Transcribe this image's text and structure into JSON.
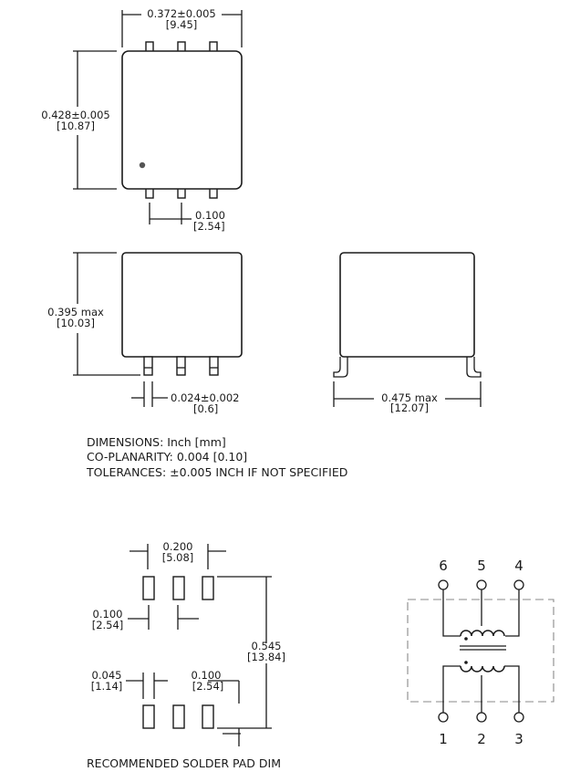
{
  "top_view": {
    "width_in": "0.372±0.005",
    "width_mm": "[9.45]",
    "length_in": "0.428±0.005",
    "length_mm": "[10.87]",
    "pitch_in": "0.100",
    "pitch_mm": "[2.54]"
  },
  "front_view": {
    "height_in": "0.395 max",
    "height_mm": "[10.03]",
    "lead_in": "0.024±0.002",
    "lead_mm": "[0.6]"
  },
  "side_view": {
    "span_in": "0.475 max",
    "span_mm": "[12.07]"
  },
  "notes": {
    "dimensions": "DIMENSIONS: Inch [mm]",
    "coplanarity": "CO-PLANARITY: 0.004 [0.10]",
    "tolerances": "TOLERANCES: ±0.005 INCH IF NOT SPECIFIED"
  },
  "pad_layout": {
    "spacing_in": "0.200",
    "spacing_mm": "[5.08]",
    "pitch_in": "0.100",
    "pitch_mm": "[2.54]",
    "row_span_in": "0.545",
    "row_span_mm": "[13.84]",
    "pad_width_in": "0.045",
    "pad_width_mm": "[1.14]",
    "pitch2_in": "0.100",
    "pitch2_mm": "[2.54]",
    "caption": "RECOMMENDED SOLDER PAD DIM"
  },
  "schematic": {
    "pins_top": [
      "6",
      "5",
      "4"
    ],
    "pins_bottom": [
      "1",
      "2",
      "3"
    ]
  }
}
